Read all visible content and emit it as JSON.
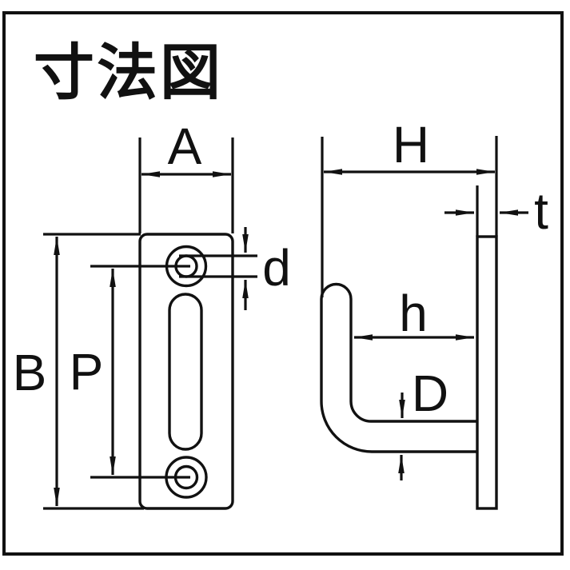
{
  "title": "寸法図",
  "colors": {
    "ink": "#111111",
    "background": "#ffffff"
  },
  "dimension_labels": {
    "plate_width": "A",
    "plate_height": "B",
    "hole_pitch": "P",
    "hole_diameter": "d",
    "overall_depth": "H",
    "plate_thickness": "t",
    "hook_opening": "h",
    "bar_diameter": "D"
  }
}
